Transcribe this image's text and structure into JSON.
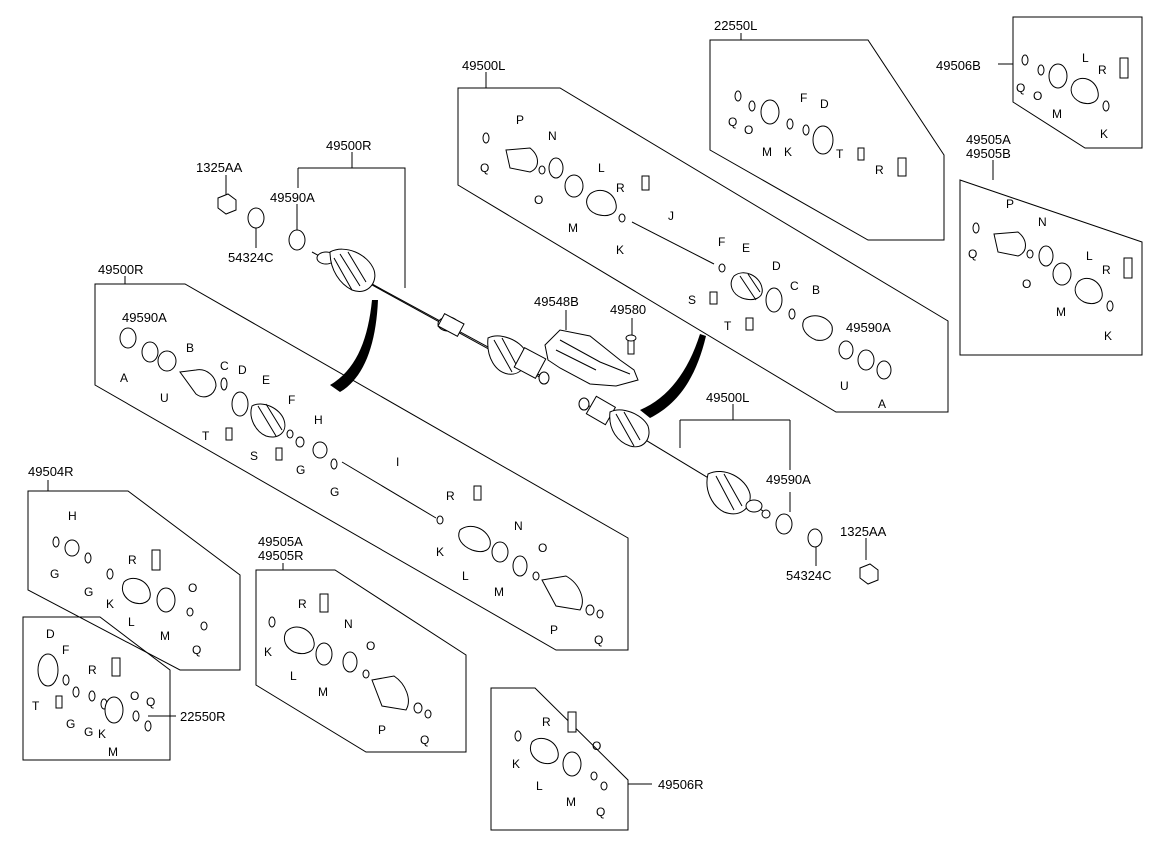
{
  "diagram": {
    "callouts": {
      "c_22550L": "22550L",
      "c_49506B": "49506B",
      "c_49500L_top": "49500L",
      "c_49505A_top": "49505A",
      "c_49505B_top": "49505B",
      "c_49500R_top": "49500R",
      "c_1325AA_top": "1325AA",
      "c_49590A_top": "49590A",
      "c_54324C_top": "54324C",
      "c_49500R_left": "49500R",
      "c_49590A_left": "49590A",
      "c_49548B": "49548B",
      "c_49580": "49580",
      "c_49590A_right": "49590A",
      "c_49500L_mid": "49500L",
      "c_49590A_mid": "49590A",
      "c_1325AA_bot": "1325AA",
      "c_54324C_bot": "54324C",
      "c_49504R": "49504R",
      "c_49505A_bot": "49505A",
      "c_49505R": "49505R",
      "c_22550R": "22550R",
      "c_49506R": "49506R"
    },
    "letters": {
      "A": "A",
      "B": "B",
      "C": "C",
      "D": "D",
      "E": "E",
      "F": "F",
      "G": "G",
      "H": "H",
      "I": "I",
      "J": "J",
      "K": "K",
      "L": "L",
      "M": "M",
      "N": "N",
      "O": "O",
      "P": "P",
      "Q": "Q",
      "R": "R",
      "S": "S",
      "T": "T",
      "U": "U"
    }
  }
}
